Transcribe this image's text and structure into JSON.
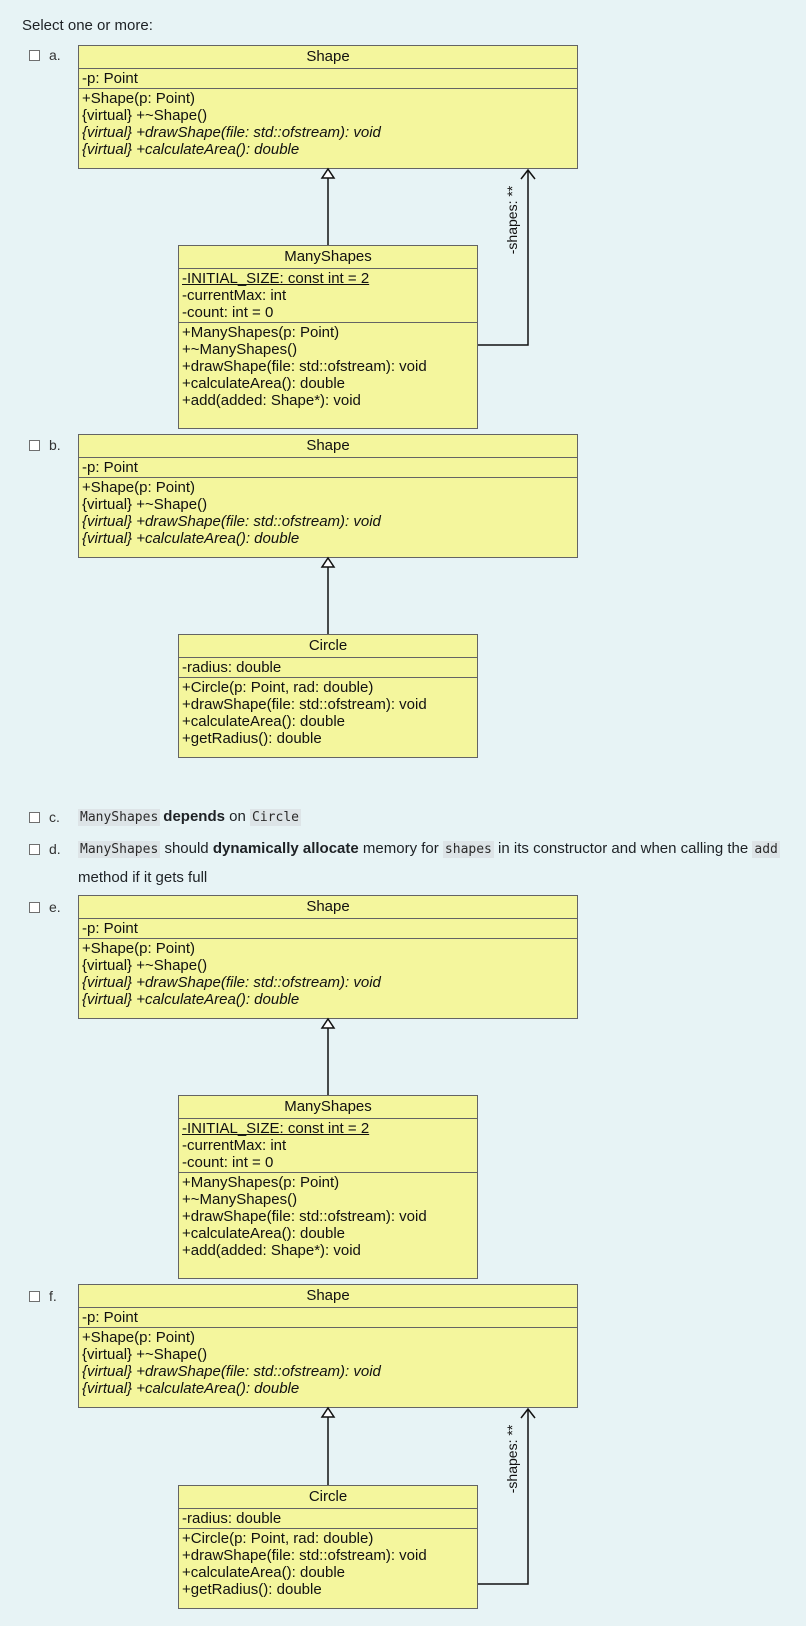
{
  "prompt": "Select one or more:",
  "shape": {
    "name": "Shape",
    "attrs": [
      "-p: Point"
    ],
    "methods": [
      {
        "text": "+Shape(p: Point)",
        "italic": false
      },
      {
        "text": "{virtual} +~Shape()",
        "italic": false
      },
      {
        "text": "{virtual} +drawShape(file: std::ofstream): void",
        "italic": true
      },
      {
        "text": "{virtual} +calculateArea(): double",
        "italic": true
      }
    ]
  },
  "manyshapes": {
    "name": "ManyShapes",
    "attrs": [
      {
        "text": "-INITIAL_SIZE: const int = 2",
        "underline": true
      },
      {
        "text": "-currentMax: int",
        "underline": false
      },
      {
        "text": "-count: int = 0",
        "underline": false
      }
    ],
    "methods": [
      "+ManyShapes(p: Point)",
      "+~ManyShapes()",
      "+drawShape(file: std::ofstream): void",
      "+calculateArea(): double",
      "+add(added: Shape*): void"
    ]
  },
  "circle": {
    "name": "Circle",
    "attrs": [
      "-radius: double"
    ],
    "methods": [
      "+Circle(p: Point, rad: double)",
      "+drawShape(file: std::ofstream): void",
      "+calculateArea(): double",
      "+getRadius(): double"
    ]
  },
  "role_label": "-shapes: **",
  "options": {
    "a": "a.",
    "b": "b.",
    "c": "c.",
    "d": "d.",
    "e": "e.",
    "f": "f."
  },
  "option_c": {
    "code1": "ManyShapes",
    "bold": "depends",
    "mid": " on ",
    "code2": "Circle"
  },
  "option_d": {
    "code1": "ManyShapes",
    "t1": " should ",
    "bold": "dynamically allocate",
    "t2": " memory for ",
    "code2": "shapes",
    "t3": " in its constructor and when calling the ",
    "code3": "add",
    "t4": " method if it gets full"
  }
}
